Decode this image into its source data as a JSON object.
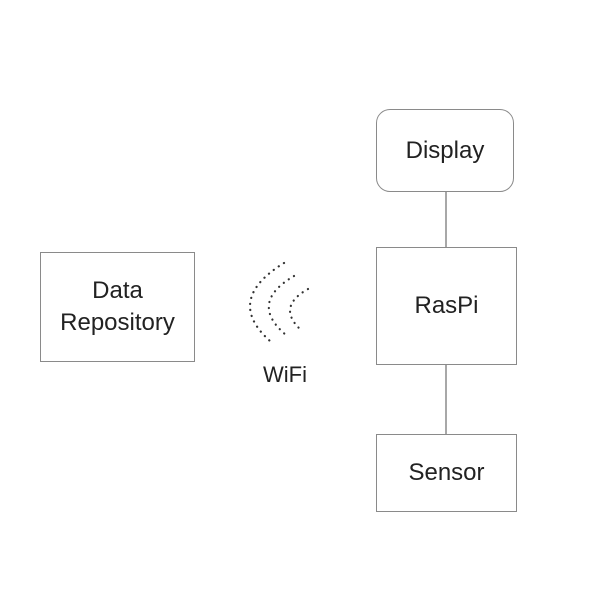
{
  "nodes": {
    "data_repository": {
      "line1": "Data",
      "line2": "Repository"
    },
    "display": {
      "label": "Display"
    },
    "raspi": {
      "label": "RasPi"
    },
    "sensor": {
      "label": "Sensor"
    }
  },
  "wifi": {
    "label": "WiFi",
    "icon": "wifi-signal-icon"
  },
  "colors": {
    "stroke": "#8a8a8a",
    "text": "#222222",
    "wifi_dots": "#333333"
  }
}
